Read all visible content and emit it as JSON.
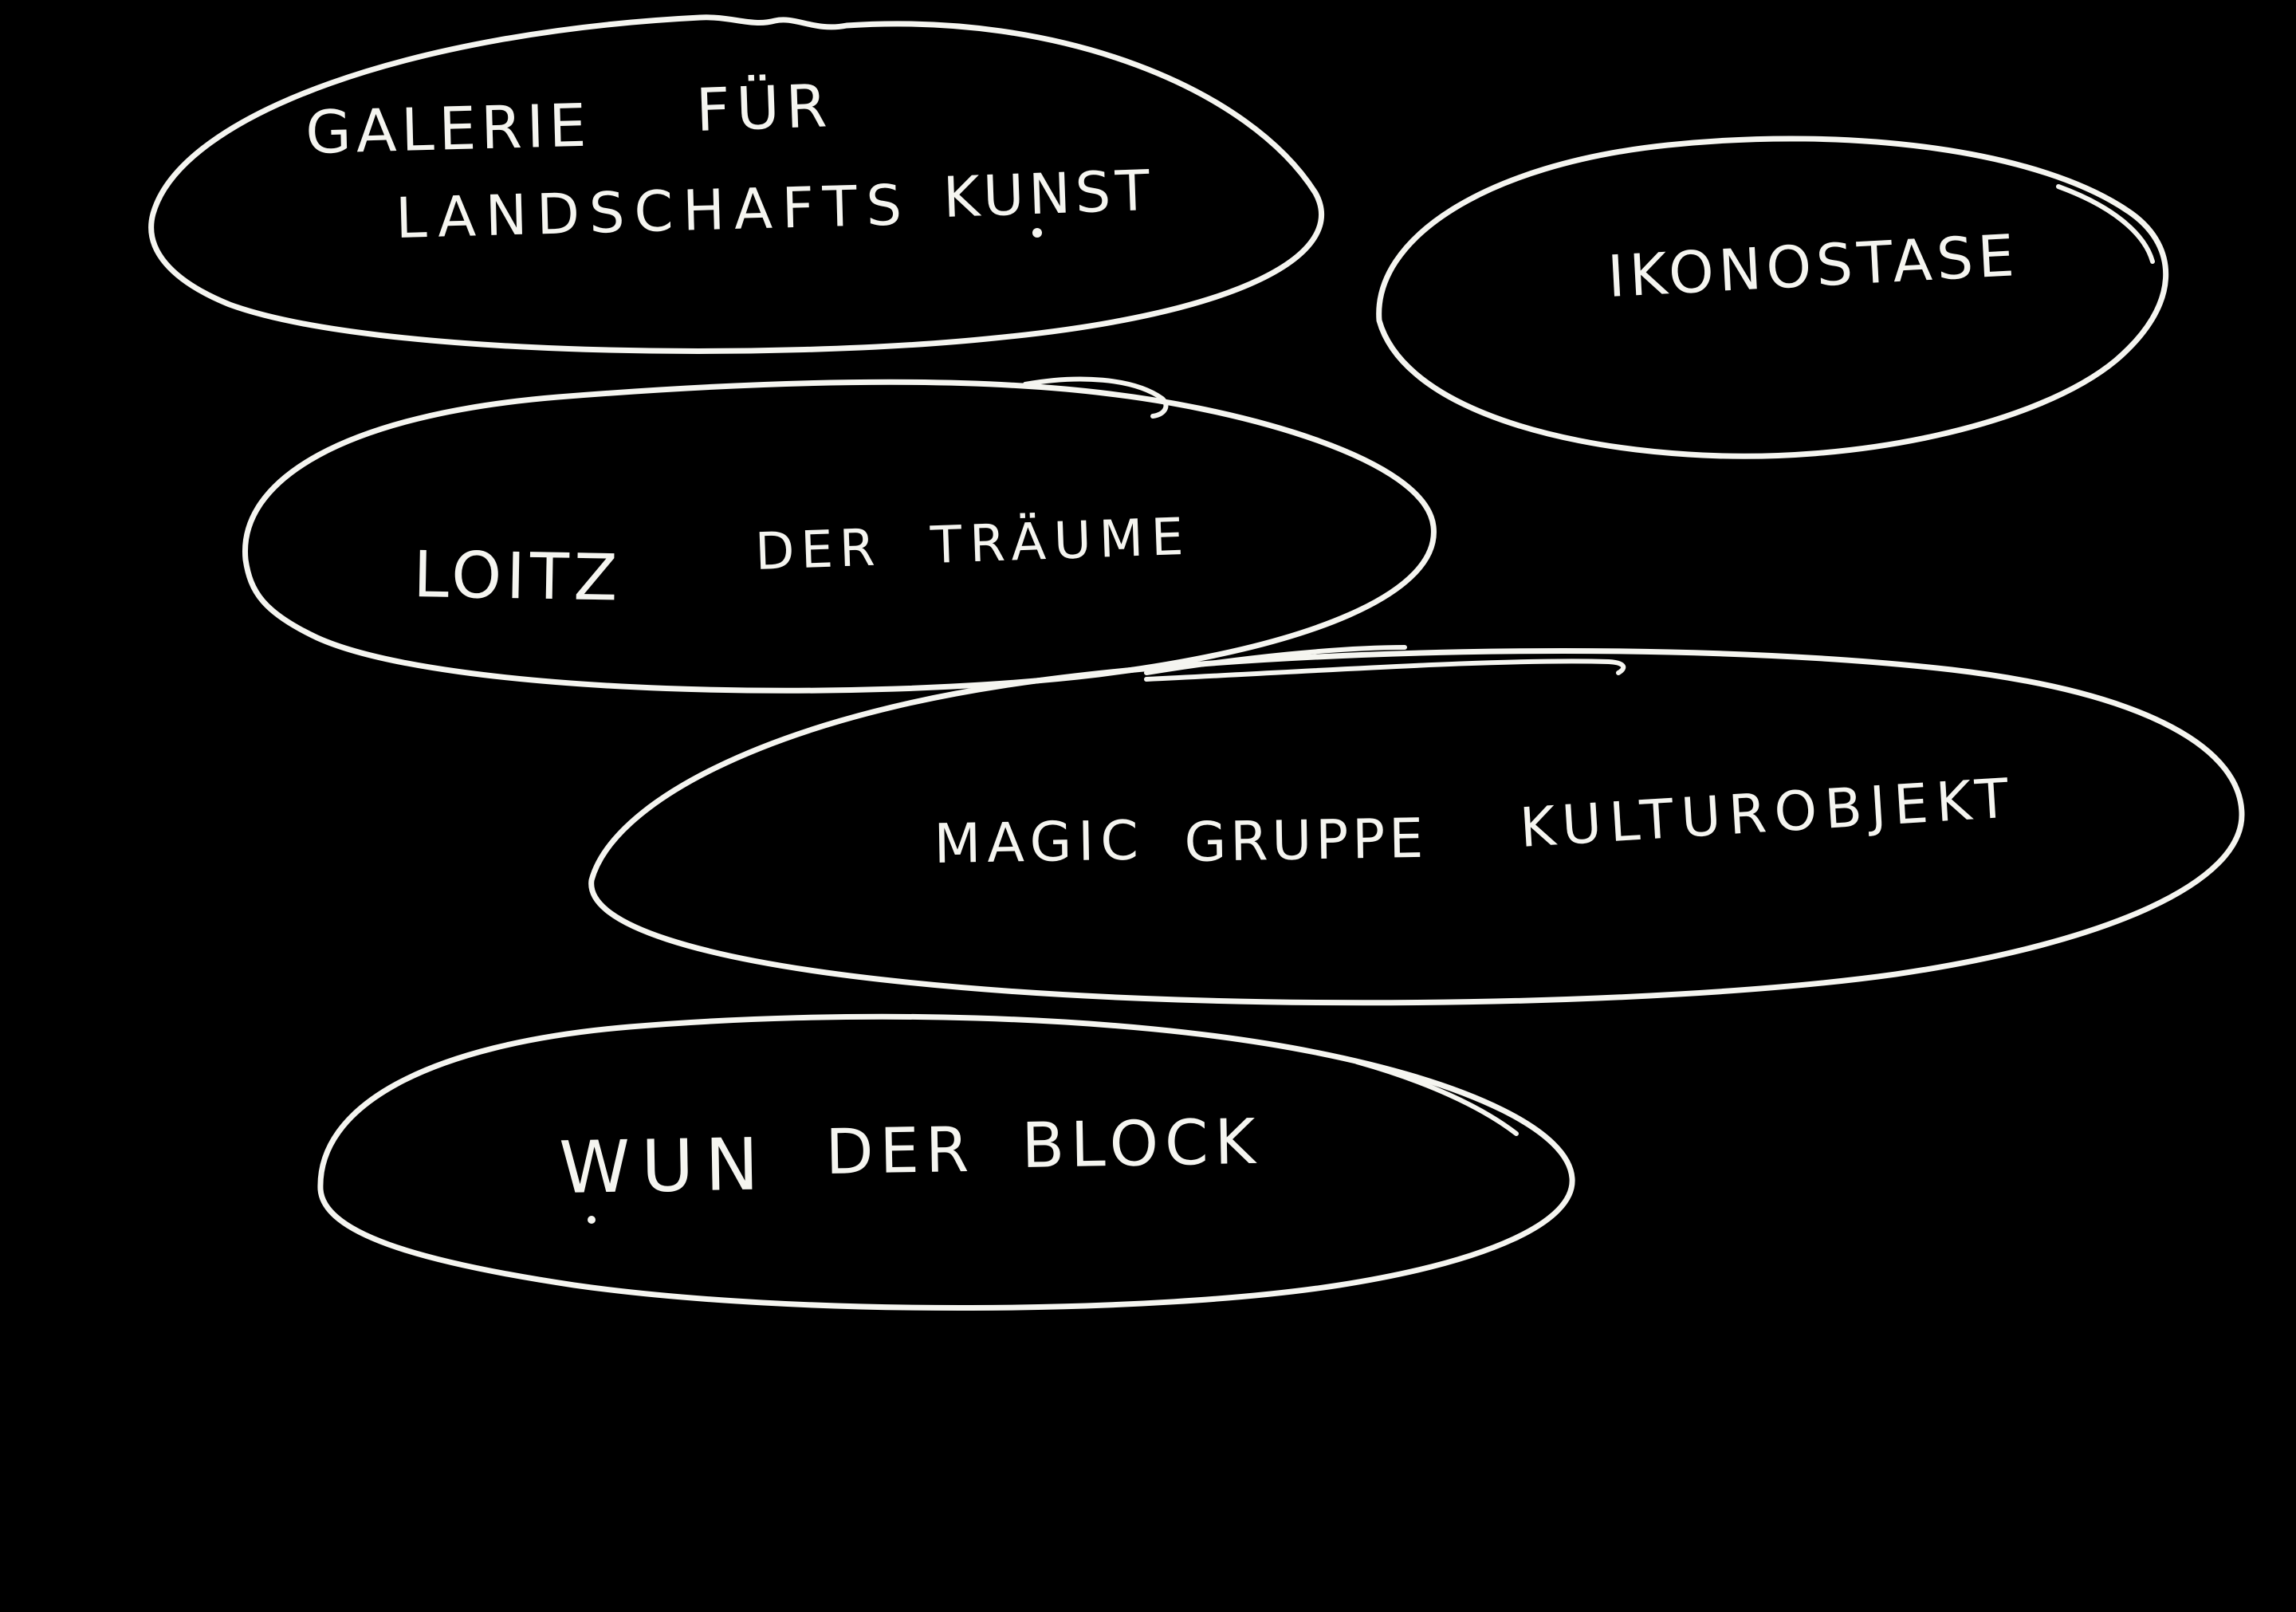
{
  "canvas": {
    "background_color": "#000000",
    "ink_color": "#f5f5f0"
  },
  "diagram": {
    "bubbles": [
      {
        "name": "galerie-fuer-landschaftskunst",
        "label": "GALERIE FÜR LANDSCHAFTSKUNST",
        "words": [
          "GALERIE",
          "FÜR",
          "LANDSCHAFTS",
          "KUNST"
        ]
      },
      {
        "name": "ikonostase",
        "label": "IKONOSTASE",
        "words": [
          "IKONOSTASE"
        ]
      },
      {
        "name": "loitz-der-traeume",
        "label": "LOITZ DER TRÄUME",
        "words": [
          "LOITZ",
          "DER",
          "TRÄUME"
        ]
      },
      {
        "name": "magic-gruppe-kulturobjekt",
        "label": "MAGIC GRUPPE KULTUROBJEKT",
        "words": [
          "MAGIC",
          "GRUPPE",
          "KULTUROBJEKT"
        ]
      },
      {
        "name": "wunderblock",
        "label": "WUNDERBLOCK",
        "words": [
          "WUN",
          "DER",
          "BLOCK"
        ]
      }
    ]
  }
}
